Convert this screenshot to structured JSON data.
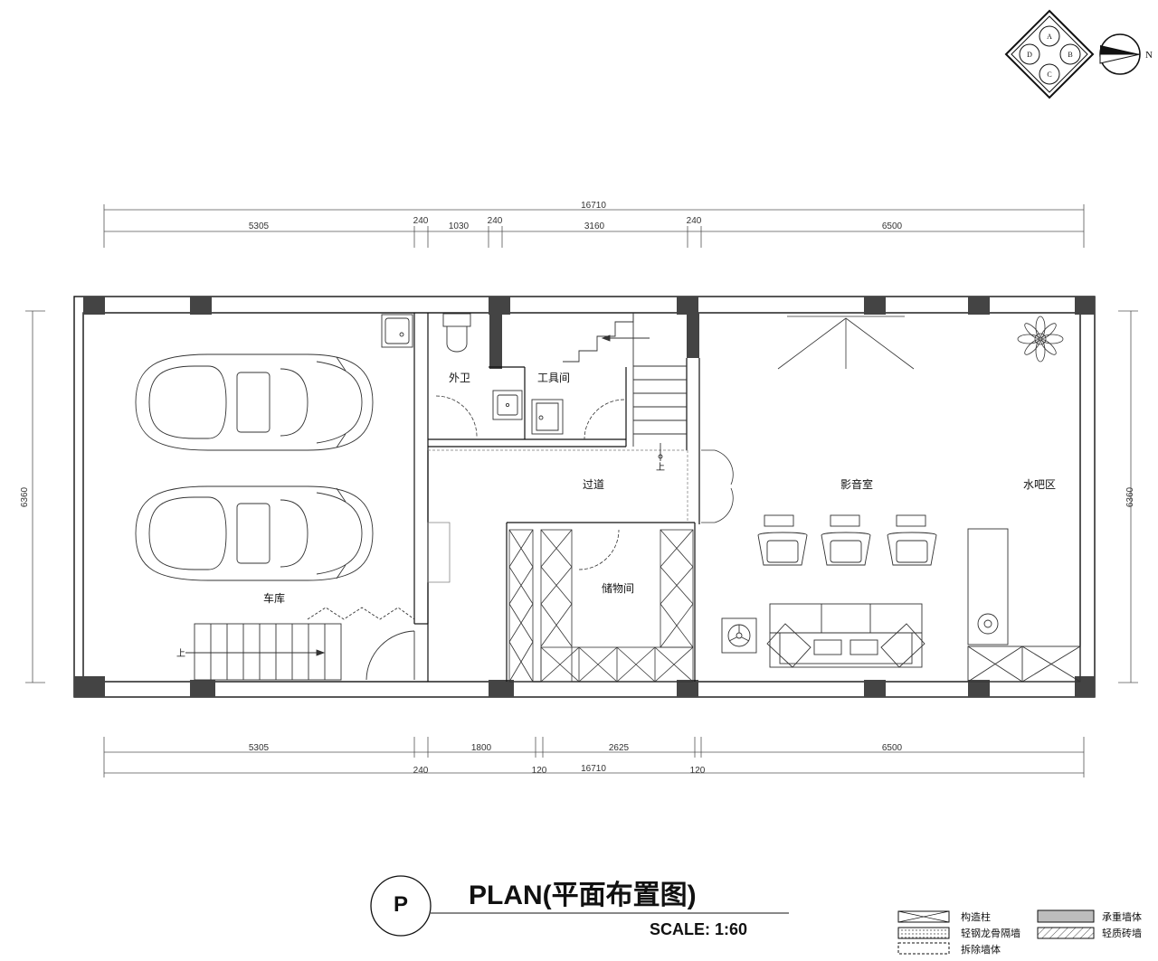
{
  "dimensions": {
    "top_total": "16710",
    "top_segments": [
      "5305",
      "240",
      "1030",
      "240",
      "3160",
      "240",
      "6500"
    ],
    "bottom_segments": [
      "5305",
      "1800",
      "2625",
      "6500"
    ],
    "bottom_sub": [
      "240",
      "120",
      "16710",
      "120"
    ],
    "left_height": "6360",
    "right_height": "6360"
  },
  "rooms": {
    "garage": "车库",
    "bathroom": "外卫",
    "tool_room": "工具间",
    "corridor": "过道",
    "storage": "储物间",
    "theater": "影音室",
    "bar": "水吧区",
    "up_stair_left": "上",
    "up_stair_mid": "上"
  },
  "compass": {
    "a": "A",
    "b": "B",
    "c": "C",
    "d": "D",
    "north": "N"
  },
  "title": {
    "marker": "P",
    "main": "PLAN(平面布置图)",
    "scale": "SCALE: 1:60"
  },
  "legend": {
    "items": [
      "构造柱",
      "承重墙体",
      "轻钢龙骨隔墙",
      "轻质砖墙",
      "拆除墙体"
    ]
  }
}
